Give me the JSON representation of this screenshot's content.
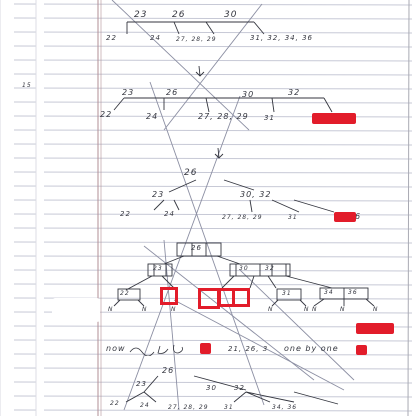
{
  "page": {
    "margin_number": "15",
    "tree1": {
      "root_keys": [
        "23",
        "26",
        "30"
      ],
      "leaves": [
        "22",
        "24",
        "27, 28, 29",
        "31, 32, 34, 36"
      ]
    },
    "arrow1": "↓",
    "tree2": {
      "root_keys": [
        "23",
        "26",
        "30",
        "32"
      ],
      "leaves": [
        "22",
        "24",
        "27, 28, 29",
        "31"
      ]
    },
    "arrow2": "↓",
    "tree3": {
      "root": "26",
      "left_key": "23",
      "right_keys": "30, 32",
      "leaves": [
        "22",
        "24",
        "27, 28, 29",
        "31"
      ],
      "trailing_leaf_fragment": "6"
    },
    "tree4": {
      "root": "26",
      "left_node": "23",
      "right_node": [
        "30",
        "32"
      ],
      "leaf_labels": [
        "22",
        "31",
        "34",
        "36"
      ],
      "null_markers": [
        "N",
        "N",
        "N",
        "N",
        "N",
        "N",
        "N",
        "N"
      ]
    },
    "sentence": {
      "start": "now",
      "middle": "21, 26, 3",
      "end": "one by one"
    },
    "tree5": {
      "root": "26",
      "keys": [
        "23",
        "30",
        "32"
      ],
      "leaves": [
        "22",
        "24",
        "27, 28, 29",
        "31",
        "34, 36"
      ]
    }
  },
  "colors": {
    "redaction": "#e21c2a",
    "ink": "#34363f",
    "rule_line": "#c7c9d6",
    "margin_line": "#b28f95",
    "cross_line": "#8c8fa3"
  }
}
